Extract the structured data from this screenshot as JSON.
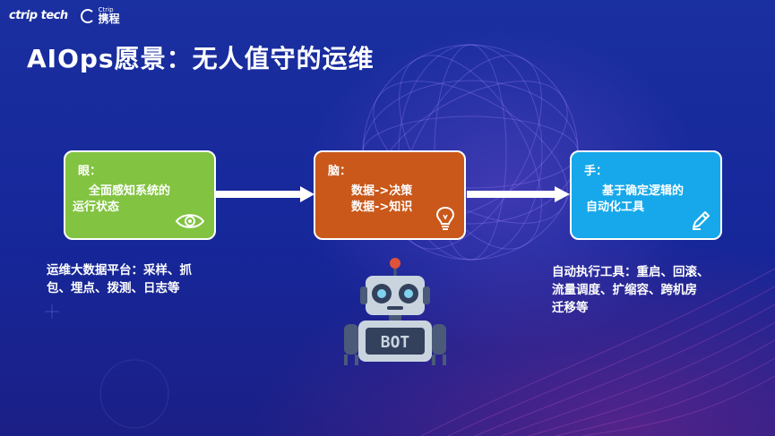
{
  "logos": {
    "ctrip_tech": "ctrip tech",
    "ctrip_en": "Ctrip",
    "ctrip_cn": "携程"
  },
  "title": "AIOps愿景：无人值守的运维",
  "boxes": {
    "eye": {
      "heading": "眼：",
      "line1": "全面感知系统的",
      "line2": "运行状态",
      "icon": "eye-icon",
      "color": "#82c341"
    },
    "brain": {
      "heading": "脑：",
      "line1": "数据->决策",
      "line2": "数据->知识",
      "icon": "lightbulb-icon",
      "color": "#c9581a"
    },
    "hand": {
      "heading": "手：",
      "line1": "基于确定逻辑的",
      "line2": "自动化工具",
      "icon": "pencil-icon",
      "color": "#16a8ea"
    }
  },
  "descriptions": {
    "left": {
      "line1": "运维大数据平台：采样、抓",
      "line2": "包、埋点、拨测、日志等"
    },
    "right": {
      "line1": "自动执行工具：重启、回滚、",
      "line2": "流量调度、扩缩容、跨机房",
      "line3": "迁移等"
    }
  },
  "robot": {
    "label": "BOT"
  }
}
